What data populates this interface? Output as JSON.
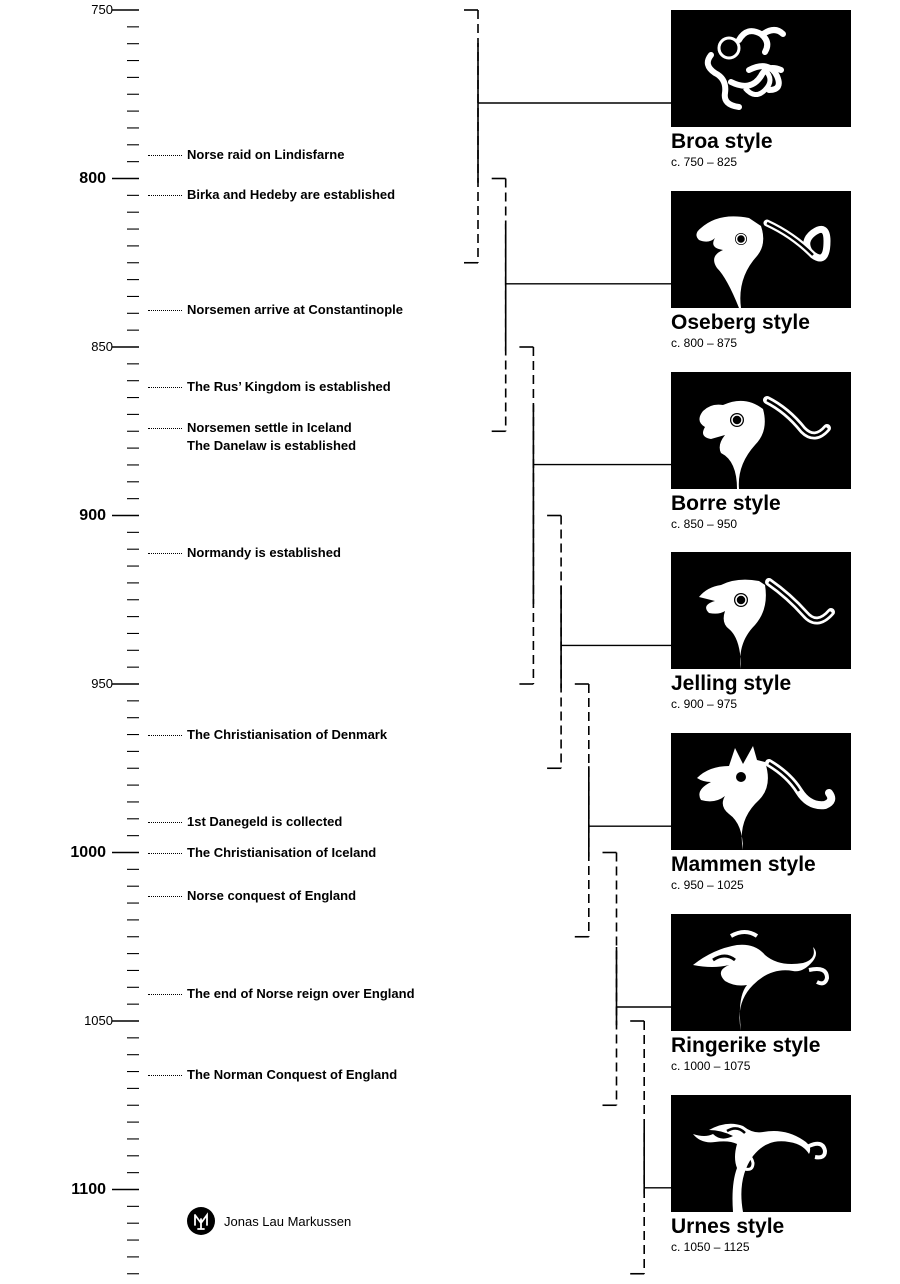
{
  "axis": {
    "start_year": 750,
    "end_year": 1125,
    "minor_step": 5,
    "labels": [
      {
        "year": 750,
        "text": "750",
        "bold": false
      },
      {
        "year": 800,
        "text": "800",
        "bold": true
      },
      {
        "year": 850,
        "text": "850",
        "bold": false
      },
      {
        "year": 900,
        "text": "900",
        "bold": true
      },
      {
        "year": 950,
        "text": "950",
        "bold": false
      },
      {
        "year": 1000,
        "text": "1000",
        "bold": true
      },
      {
        "year": 1050,
        "text": "1050",
        "bold": false
      },
      {
        "year": 1100,
        "text": "1100",
        "bold": true
      }
    ]
  },
  "events": [
    {
      "year": 793,
      "text": "Norse raid on Lindisfarne"
    },
    {
      "year": 805,
      "text": "Birka and Hedeby are established"
    },
    {
      "year": 839,
      "text": "Norsemen arrive at Constantinople"
    },
    {
      "year": 862,
      "text": "The Rus’ Kingdom is established"
    },
    {
      "year": 874,
      "text": "Norsemen settle in Iceland",
      "extra": "The Danelaw is established"
    },
    {
      "year": 911,
      "text": "Normandy is established"
    },
    {
      "year": 965,
      "text": "The Christianisation of Denmark"
    },
    {
      "year": 991,
      "text": "1st Danegeld is collected"
    },
    {
      "year": 1000,
      "text": "The Christianisation of Iceland"
    },
    {
      "year": 1013,
      "text": "Norse conquest of England"
    },
    {
      "year": 1042,
      "text": "The end of Norse reign over England"
    },
    {
      "year": 1066,
      "text": "The Norman Conquest of England"
    }
  ],
  "styles": [
    {
      "name": "Broa style",
      "range": "c. 750 – 825",
      "start": 750,
      "end": 825,
      "icon": "broa-beast-icon"
    },
    {
      "name": "Oseberg style",
      "range": "c. 800 – 875",
      "start": 800,
      "end": 875,
      "icon": "oseberg-beast-icon"
    },
    {
      "name": "Borre style",
      "range": "c. 850 – 950",
      "start": 850,
      "end": 950,
      "icon": "borre-beast-icon"
    },
    {
      "name": "Jelling style",
      "range": "c. 900 – 975",
      "start": 900,
      "end": 975,
      "icon": "jelling-beast-icon"
    },
    {
      "name": "Mammen style",
      "range": "c. 950 – 1025",
      "start": 950,
      "end": 1025,
      "icon": "mammen-beast-icon"
    },
    {
      "name": "Ringerike style",
      "range": "c. 1000 – 1075",
      "start": 1000,
      "end": 1075,
      "icon": "ringerike-beast-icon"
    },
    {
      "name": "Urnes style",
      "range": "c. 1050 – 1125",
      "start": 1050,
      "end": 1125,
      "icon": "urnes-beast-icon"
    }
  ],
  "credit": {
    "text": "Jonas Lau Markussen",
    "icon": "monogram-logo-icon"
  },
  "colors": {
    "ink": "#000000",
    "paper": "#ffffff"
  }
}
